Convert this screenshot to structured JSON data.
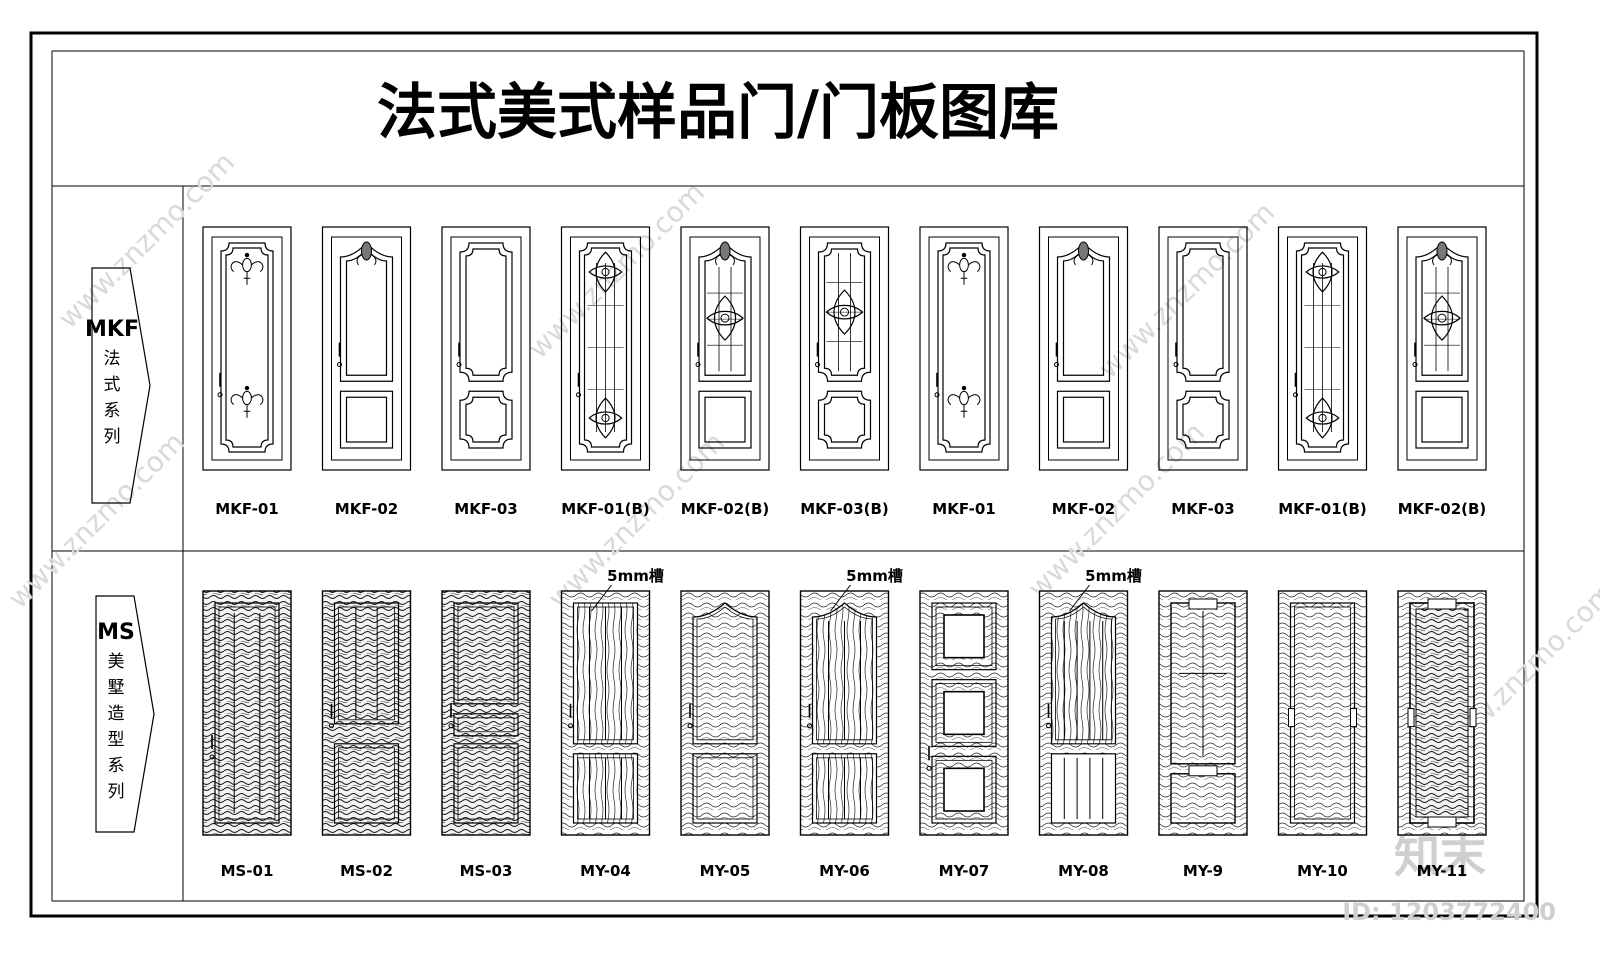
{
  "title": "法式美式样品门/门板图库",
  "series": [
    {
      "code": "MKF",
      "chars": [
        "法",
        "式",
        "系",
        "列"
      ],
      "style": "mkf",
      "doors": [
        {
          "label": "MKF-01",
          "type": "mkf01"
        },
        {
          "label": "MKF-02",
          "type": "mkf02"
        },
        {
          "label": "MKF-03",
          "type": "mkf03"
        },
        {
          "label": "MKF-01(B)",
          "type": "mkf01b"
        },
        {
          "label": "MKF-02(B)",
          "type": "mkf02b"
        },
        {
          "label": "MKF-03(B)",
          "type": "mkf03b"
        },
        {
          "label": "MKF-01",
          "type": "mkf01"
        },
        {
          "label": "MKF-02",
          "type": "mkf02"
        },
        {
          "label": "MKF-03",
          "type": "mkf03"
        },
        {
          "label": "MKF-01(B)",
          "type": "mkf01b"
        },
        {
          "label": "MKF-02(B)",
          "type": "mkf02b"
        }
      ]
    },
    {
      "code": "MS",
      "chars": [
        "美",
        "墅",
        "造",
        "型",
        "系",
        "列"
      ],
      "style": "ms",
      "doors": [
        {
          "label": "MS-01",
          "type": "ms01"
        },
        {
          "label": "MS-02",
          "type": "ms02"
        },
        {
          "label": "MS-03",
          "type": "ms03"
        },
        {
          "label": "MY-04",
          "type": "my04",
          "note": "5mm槽"
        },
        {
          "label": "MY-05",
          "type": "my05"
        },
        {
          "label": "MY-06",
          "type": "my06",
          "note": "5mm槽"
        },
        {
          "label": "MY-07",
          "type": "my07"
        },
        {
          "label": "MY-08",
          "type": "my08",
          "note": "5mm槽"
        },
        {
          "label": "MY-9",
          "type": "my09"
        },
        {
          "label": "MY-10",
          "type": "my10"
        },
        {
          "label": "MY-11",
          "type": "my11"
        }
      ]
    }
  ],
  "watermark": {
    "site": "www.znzmo.com",
    "logo": "知末",
    "id": "ID: 1203772400"
  },
  "colors": {
    "line": "#000000",
    "watermark": "#d9d9d9"
  }
}
